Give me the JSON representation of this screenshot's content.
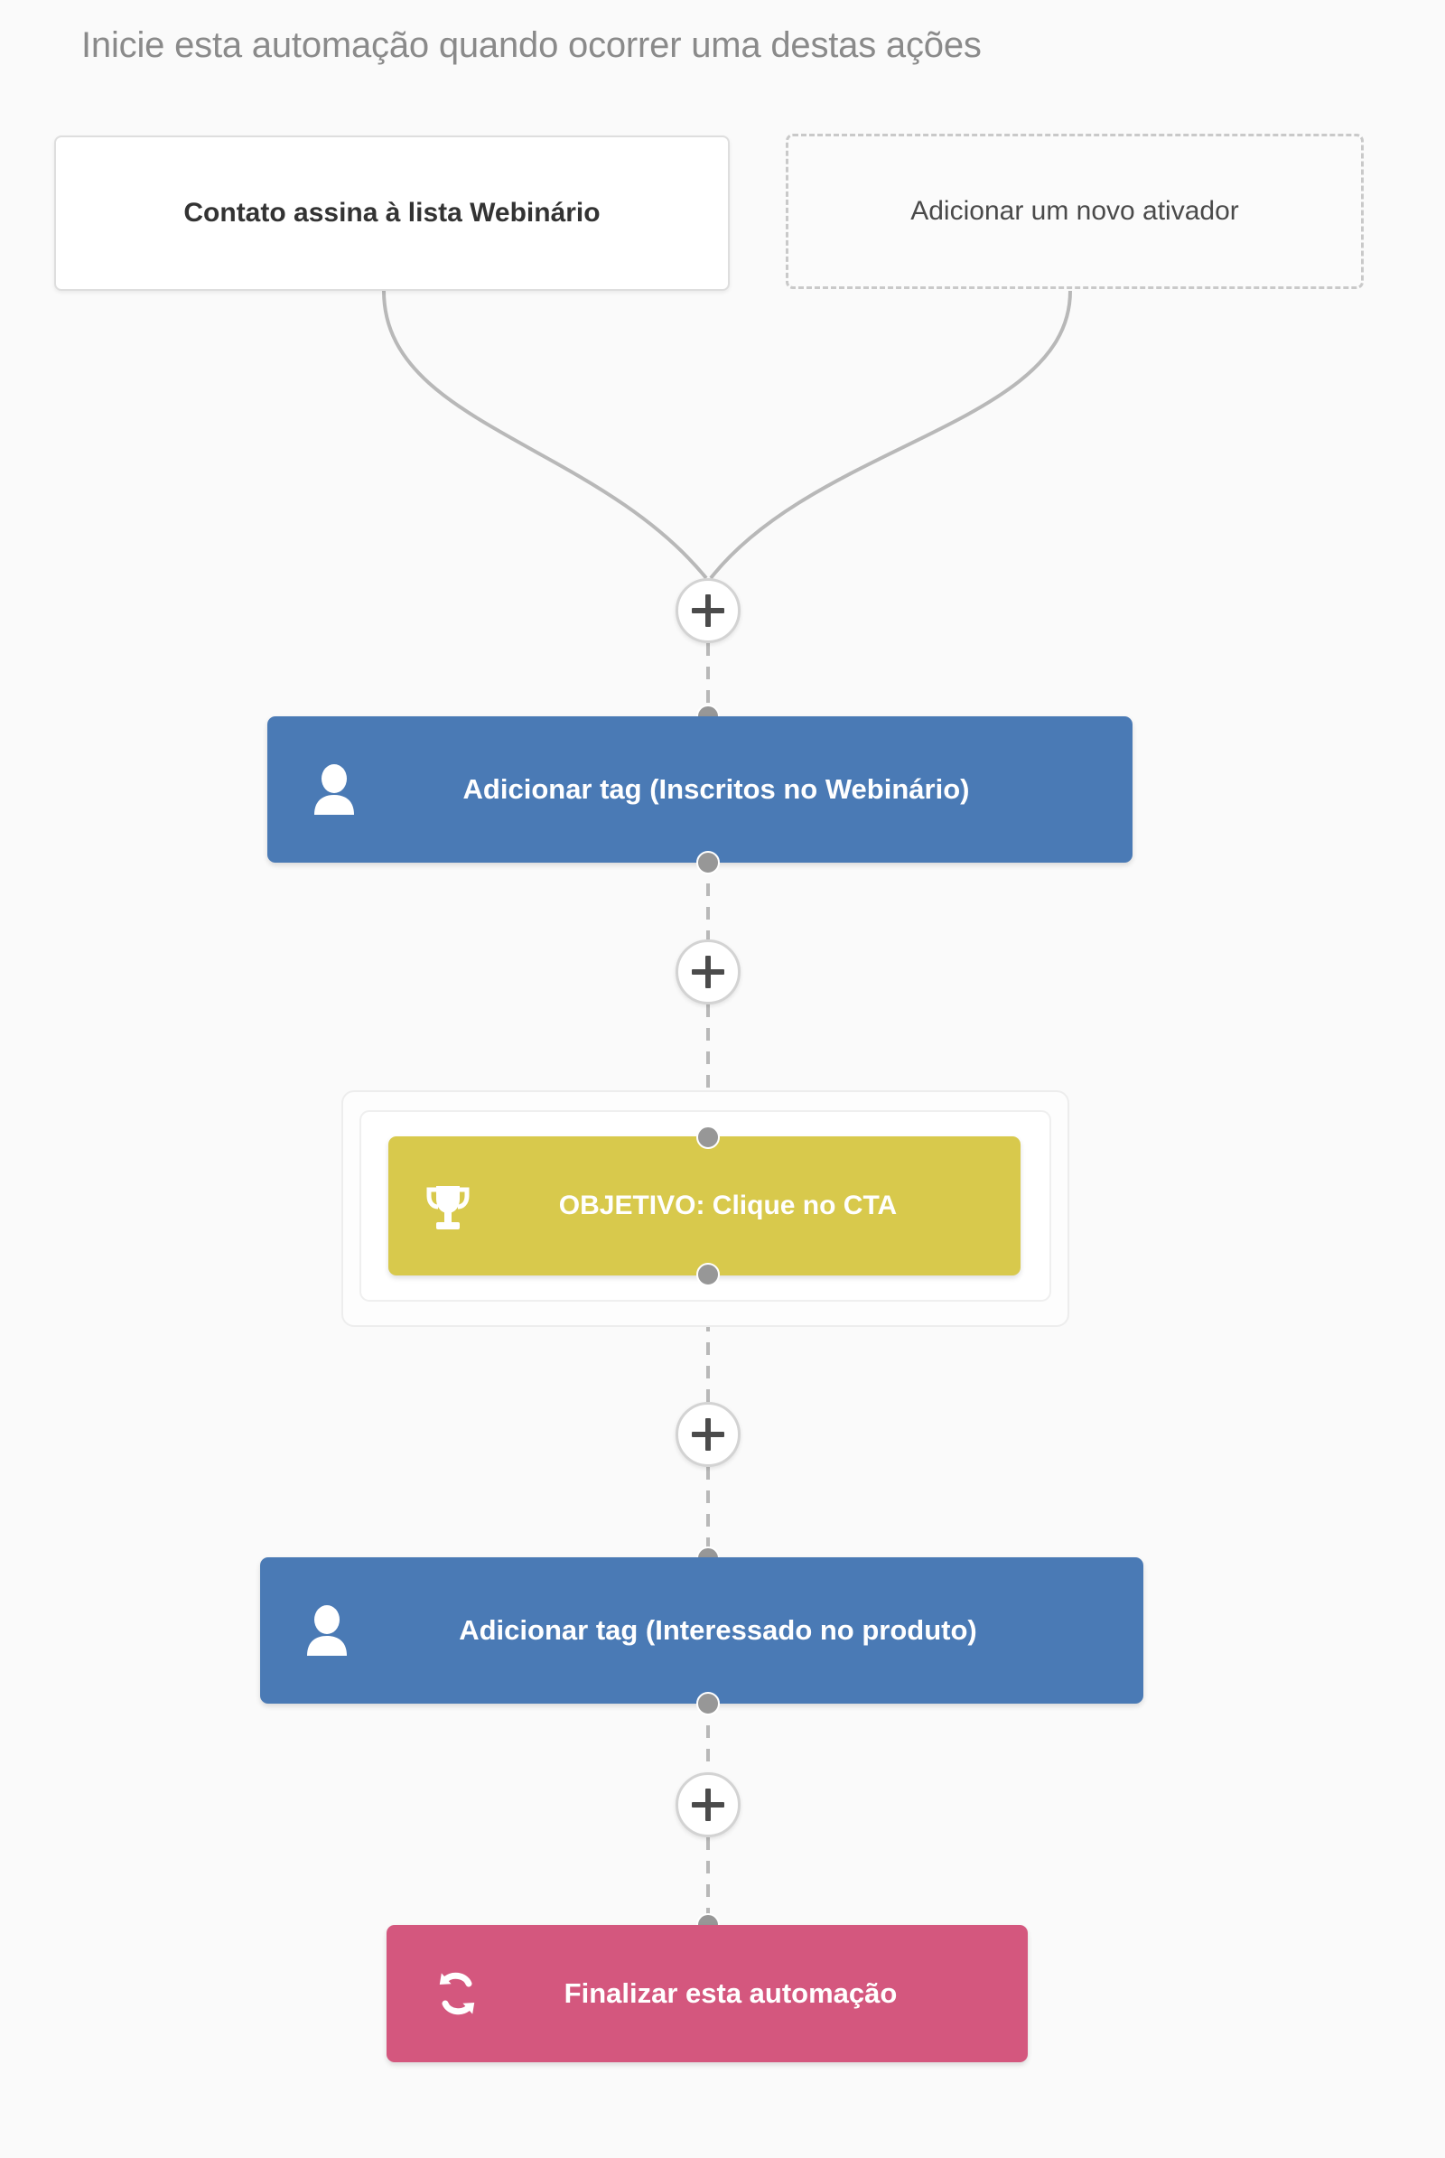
{
  "header": {
    "title": "Inicie esta automação quando ocorrer uma destas ações"
  },
  "triggers": [
    {
      "id": "trigger-existing",
      "label": "Contato assina à lista Webinário",
      "style": "solid-card"
    },
    {
      "id": "trigger-add",
      "label": "Adicionar um novo ativador",
      "style": "dashed-placeholder"
    }
  ],
  "add_buttons": [
    {
      "id": "add-step-1",
      "label": "+"
    },
    {
      "id": "add-step-2",
      "label": "+"
    },
    {
      "id": "add-step-3",
      "label": "+"
    },
    {
      "id": "add-step-4",
      "label": "+"
    }
  ],
  "nodes": [
    {
      "id": "node-tag-1",
      "label": "Adicionar tag (Inscritos no Webinário)",
      "icon": "person-icon",
      "type": "action",
      "color": "#4a7ab5"
    },
    {
      "id": "node-goal",
      "label": "OBJETIVO: Clique no CTA",
      "icon": "trophy-icon",
      "type": "goal",
      "color": "#d8c94c"
    },
    {
      "id": "node-tag-2",
      "label": "Adicionar tag (Interessado no produto)",
      "icon": "person-icon",
      "type": "action",
      "color": "#4a7ab5"
    },
    {
      "id": "node-end",
      "label": "Finalizar esta automação",
      "icon": "cycle-arrows-icon",
      "type": "end",
      "color": "#d4577e"
    }
  ],
  "colors": {
    "canvas_background": "#fafafa",
    "header_text": "#8a8a8a",
    "action_blue": "#4a7ab5",
    "goal_yellow": "#d8c94c",
    "end_pink": "#d4577e",
    "connector_line": "#b8b8b8",
    "connector_dot": "#979797",
    "card_border": "#dedede",
    "placeholder_border": "#c9c9c9"
  }
}
